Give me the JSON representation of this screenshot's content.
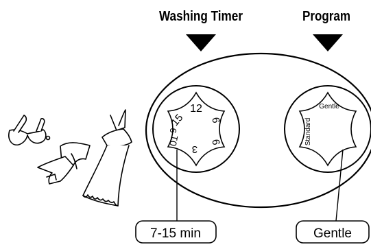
{
  "labels": {
    "washing_timer": "Washing Timer",
    "program": "Program"
  },
  "timer_dial": {
    "marks": [
      "12",
      "6",
      "6",
      "3",
      "01",
      "15",
      "9"
    ],
    "callout": "7-15 min"
  },
  "program_dial": {
    "marks": [
      "Gentle",
      "Standard"
    ],
    "callout": "Gentle"
  }
}
